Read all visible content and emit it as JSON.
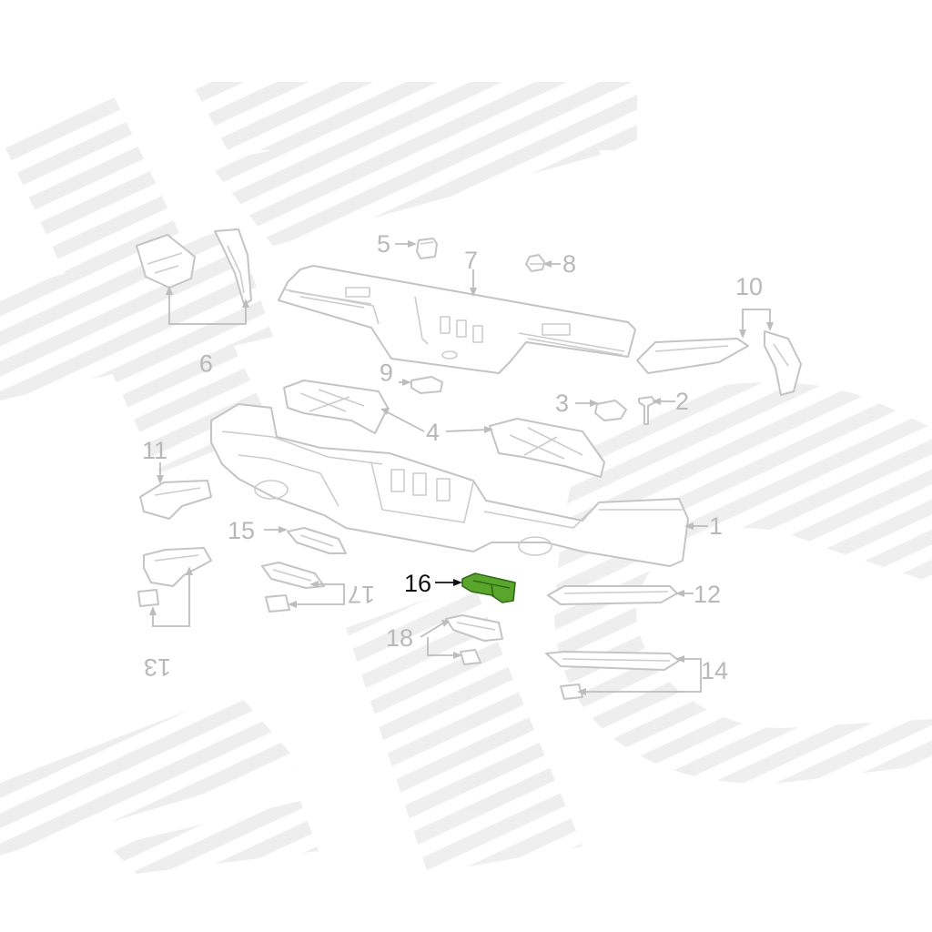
{
  "diagram": {
    "highlight_color": "#5aa62c",
    "highlighted_callout": "16",
    "callouts": [
      {
        "id": "c1",
        "label": "1"
      },
      {
        "id": "c2",
        "label": "2"
      },
      {
        "id": "c3",
        "label": "3"
      },
      {
        "id": "c4",
        "label": "4"
      },
      {
        "id": "c5",
        "label": "5"
      },
      {
        "id": "c6",
        "label": "6"
      },
      {
        "id": "c7",
        "label": "7"
      },
      {
        "id": "c8",
        "label": "8"
      },
      {
        "id": "c9",
        "label": "9"
      },
      {
        "id": "c10",
        "label": "10"
      },
      {
        "id": "c11",
        "label": "11"
      },
      {
        "id": "c12",
        "label": "12"
      },
      {
        "id": "c13",
        "label": "13"
      },
      {
        "id": "c14",
        "label": "14"
      },
      {
        "id": "c15",
        "label": "15"
      },
      {
        "id": "c16",
        "label": "16"
      },
      {
        "id": "c17",
        "label": "17"
      },
      {
        "id": "c18",
        "label": "18"
      }
    ]
  }
}
